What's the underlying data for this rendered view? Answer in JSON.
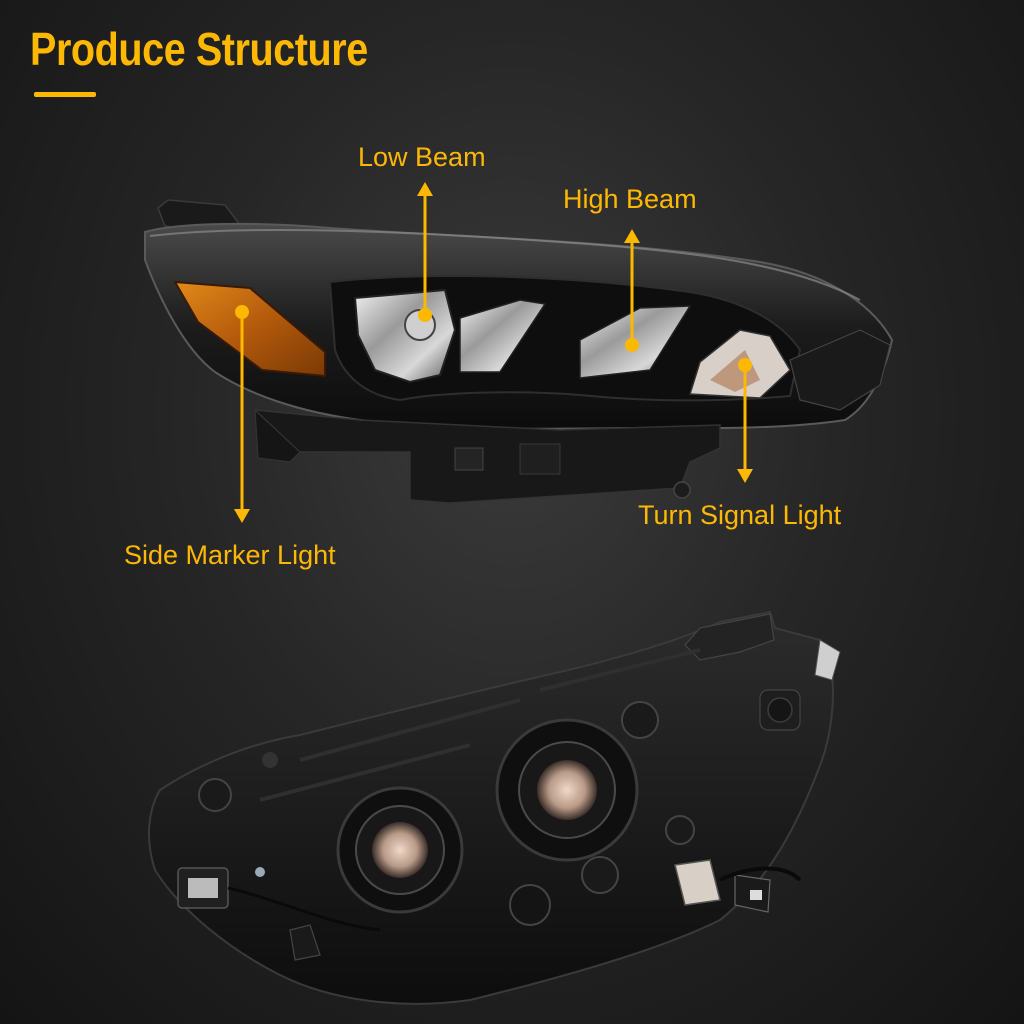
{
  "title": "Produce Structure",
  "callouts": {
    "low_beam": "Low Beam",
    "high_beam": "High Beam",
    "side_marker": "Side Marker Light",
    "turn_signal": "Turn Signal Light"
  },
  "colors": {
    "accent": "#ffb800",
    "background": "#2a2a2a"
  }
}
